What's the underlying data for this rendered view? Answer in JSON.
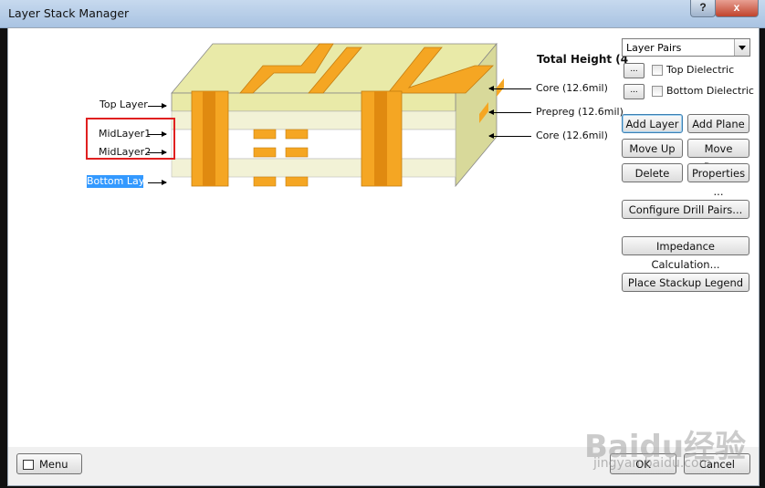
{
  "window": {
    "title": "Layer Stack Manager",
    "help_label": "?",
    "close_label": "x"
  },
  "diagram": {
    "left_labels": [
      "Top Layer",
      "MidLayer1",
      "MidLayer2",
      "Bottom Layer"
    ],
    "total_height": "Total Height (4",
    "right_labels": [
      "Core (12.6mil)",
      "Prepreg (12.6mil)",
      "Core (12.6mil)"
    ]
  },
  "panel": {
    "layer_pairs": "Layer Pairs",
    "dots_label": "...",
    "top_dielectric": "Top Dielectric",
    "bottom_dielectric": "Bottom Dielectric",
    "add_layer": "Add Layer",
    "add_plane": "Add Plane",
    "move_up": "Move Up",
    "move_down": "Move Down",
    "delete": "Delete",
    "properties": "Properties ...",
    "configure_drill_pairs": "Configure Drill Pairs...",
    "impedance_calculation": "Impedance Calculation...",
    "place_stackup_legend": "Place Stackup Legend"
  },
  "footer": {
    "menu": "Menu",
    "ok": "OK",
    "cancel": "Cancel"
  },
  "watermark": {
    "logo": "Baidu经验",
    "url": "jingyan.baidu.com"
  },
  "colors": {
    "copper": "#f5a623",
    "substrate": "#f2f2c8",
    "highlight": "#3399ff",
    "annotation": "#e02020"
  }
}
